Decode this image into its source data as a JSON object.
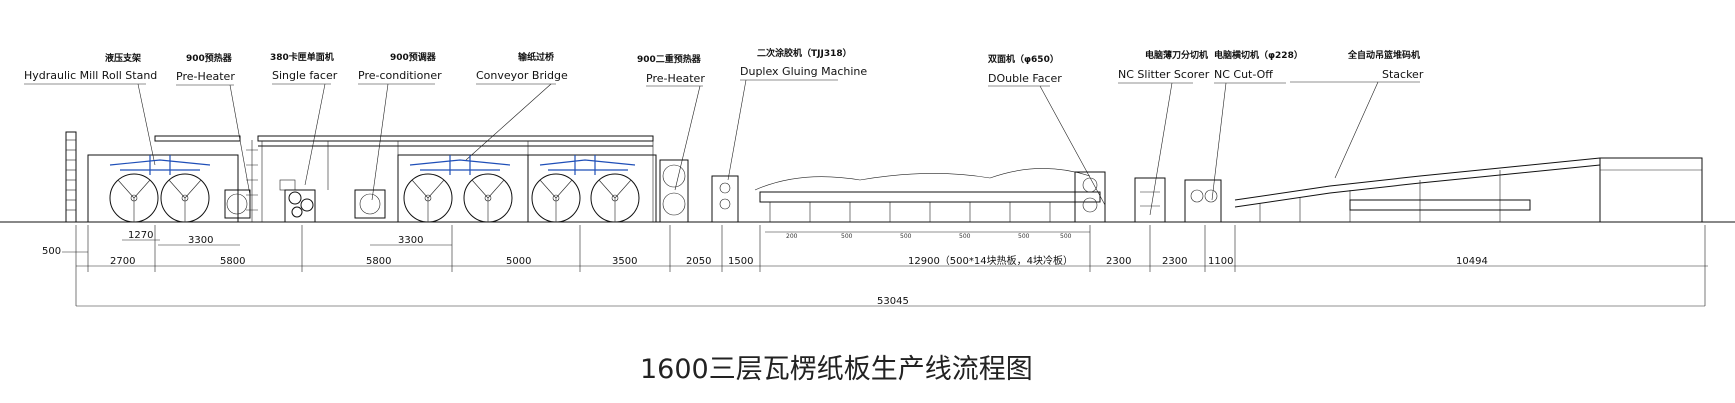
{
  "title": "1600三层瓦楞纸板生产线流程图",
  "machines": [
    {
      "cn": "液压支架",
      "en": "Hydraulic Mill Roll Stand"
    },
    {
      "cn": "900预热器",
      "en": "Pre-Heater"
    },
    {
      "cn": "380卡匣单面机",
      "en": "Single facer"
    },
    {
      "cn": "900预调器",
      "en": "Pre-conditioner"
    },
    {
      "cn": "输纸过桥",
      "en": "Conveyor Bridge"
    },
    {
      "cn": "900二重预热器",
      "en": "Pre-Heater"
    },
    {
      "cn": "二次涂胶机（TJJ318）",
      "en": "Duplex Gluing Machine"
    },
    {
      "cn": "双面机（φ650）",
      "en": "DOuble Facer"
    },
    {
      "cn": "电脑薄刀分切机",
      "en": "NC Slitter Scorer"
    },
    {
      "cn": "电脑横切机（φ228）",
      "en": "NC Cut-Off"
    },
    {
      "cn": "全自动吊篮堆码机",
      "en": "Stacker"
    }
  ],
  "dimensions": {
    "d500": "500",
    "d1270": "1270",
    "d3300a": "3300",
    "d3300b": "3300",
    "row": [
      "2700",
      "5800",
      "5800",
      "5000",
      "3500",
      "2050",
      "1500",
      "12900（500*14块热板，4块冷板）",
      "2300",
      "2300",
      "1100",
      "10494"
    ],
    "total": "53045",
    "plates": [
      "200",
      "500",
      "500",
      "500",
      "500",
      "500"
    ]
  }
}
